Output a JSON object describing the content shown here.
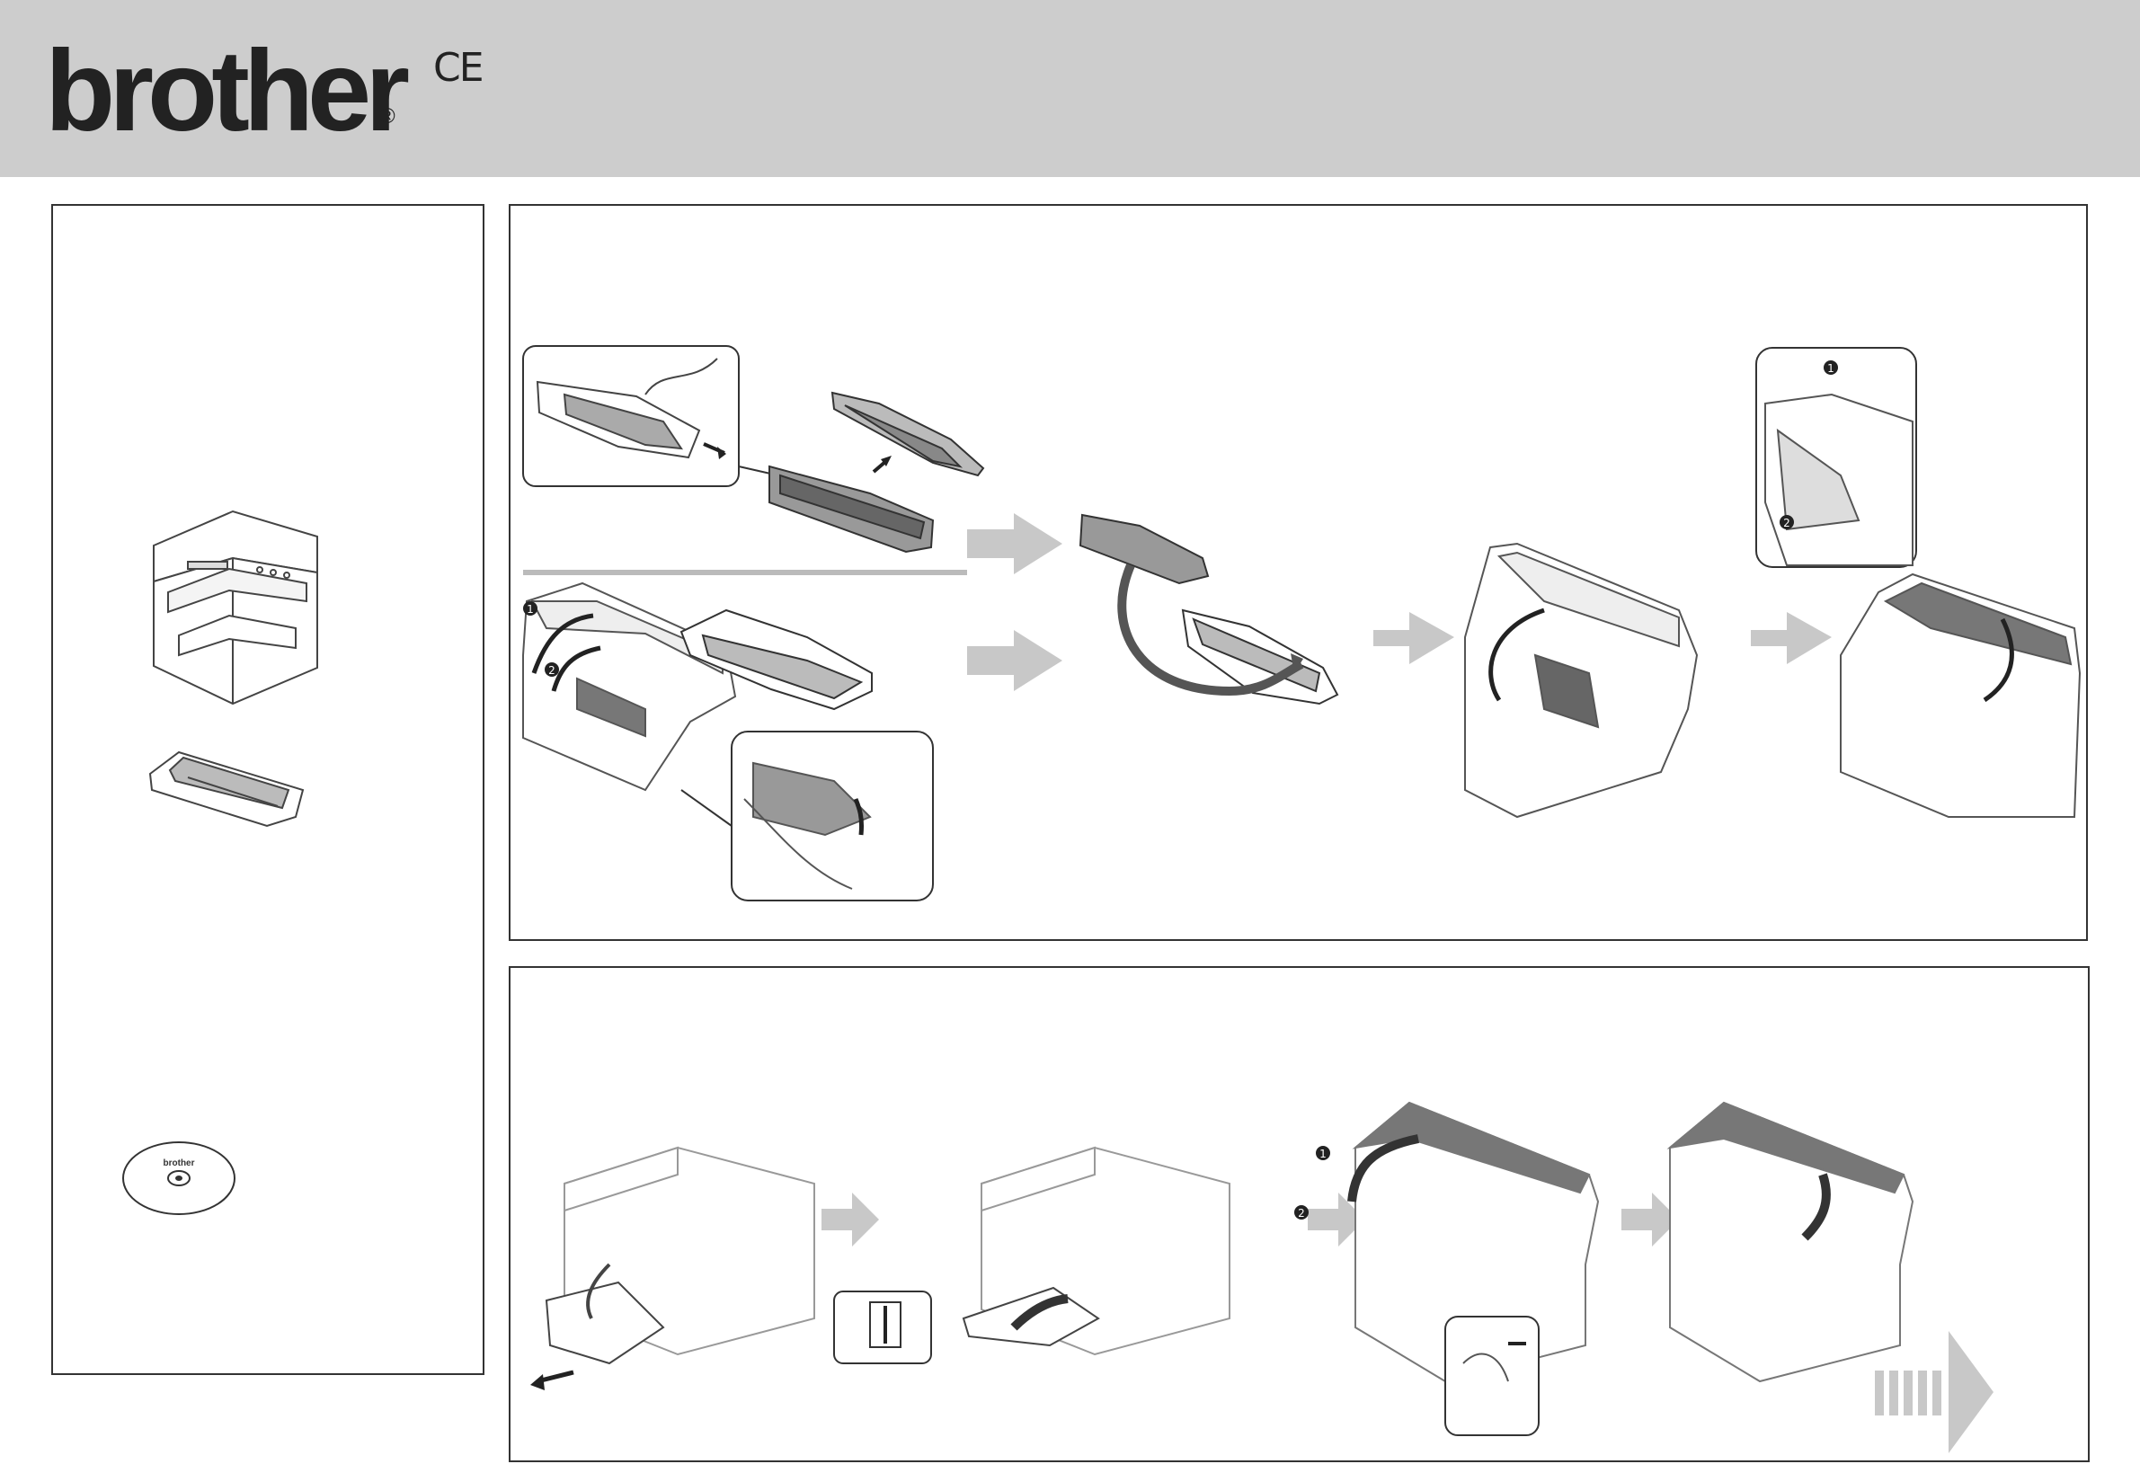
{
  "header": {
    "brand": "brother",
    "registered_mark": "®",
    "certification_mark": "CE"
  },
  "cd_label": "brother",
  "step_markers": {
    "one": "1",
    "two": "2"
  },
  "colors": {
    "header_bg": "#cdcdcd",
    "arrow_gray": "#c8c8c8",
    "line_art": "#555555"
  }
}
